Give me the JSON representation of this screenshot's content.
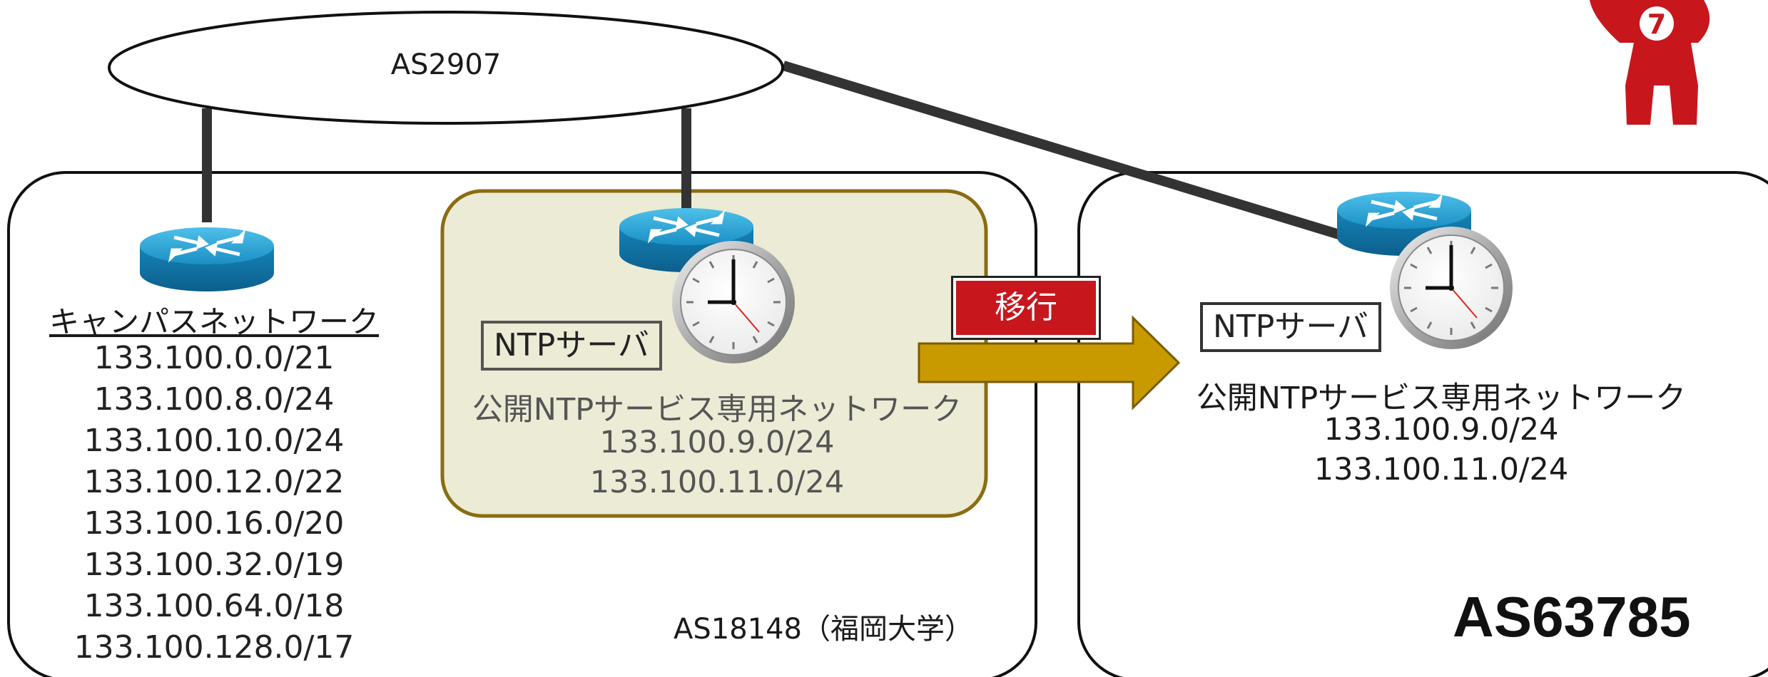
{
  "upstream_as": {
    "label": "AS2907"
  },
  "campus": {
    "heading": "キャンパスネットワーク",
    "prefixes": [
      "133.100.0.0/21",
      "133.100.8.0/24",
      "133.100.10.0/24",
      "133.100.12.0/22",
      "133.100.16.0/20",
      "133.100.32.0/19",
      "133.100.64.0/18",
      "133.100.128.0/17"
    ]
  },
  "old_ntp": {
    "server_label": "NTPサーバ",
    "network_title": "公開NTPサービス専用ネットワーク",
    "prefixes": [
      "133.100.9.0/24",
      "133.100.11.0/24"
    ]
  },
  "university_as": {
    "label": "AS18148（福岡大学）"
  },
  "migration": {
    "label": "移行",
    "arrow_color": "#c99a00"
  },
  "new_ntp": {
    "server_label": "NTPサーバ",
    "network_title": "公開NTPサービス専用ネットワーク",
    "prefixes": [
      "133.100.9.0/24",
      "133.100.11.0/24"
    ],
    "as_label": "AS63785"
  },
  "colors": {
    "accent_red": "#c8161d",
    "router_blue": "#1a8fc4",
    "tan_fill": "#ecebd6",
    "tan_border": "#8a6d12"
  }
}
